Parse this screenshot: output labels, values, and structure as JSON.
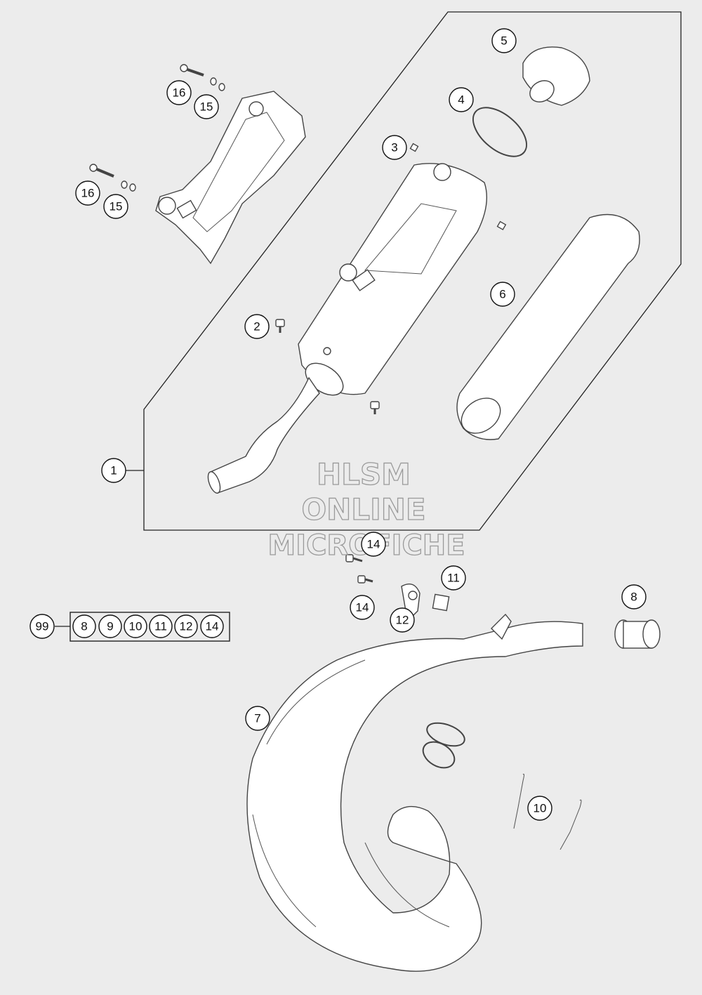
{
  "watermark": {
    "line1": "HLSM",
    "line2": "ONLINE",
    "line3": "MICROFICHE"
  },
  "callouts": {
    "c1": "1",
    "c2": "2",
    "c3": "3",
    "c4": "4",
    "c5": "5",
    "c6": "6",
    "c7": "7",
    "c8": "8",
    "c10": "10",
    "c11": "11",
    "c12": "12",
    "c14a": "14",
    "c14b": "14",
    "c15a": "15",
    "c15b": "15",
    "c16a": "16",
    "c16b": "16",
    "c99": "99"
  },
  "kit99_items": [
    "8",
    "9",
    "10",
    "11",
    "12",
    "14"
  ]
}
